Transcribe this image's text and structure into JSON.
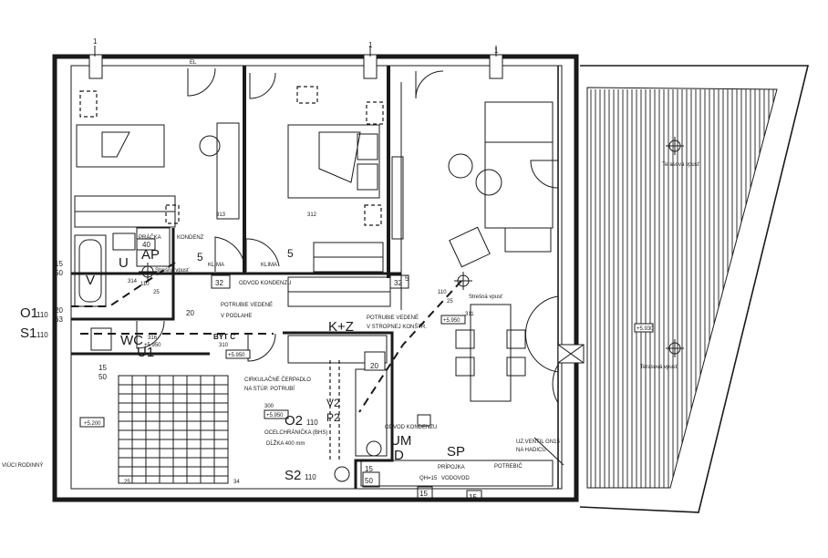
{
  "labels": {
    "ap": "AP",
    "u": "U",
    "v": "V",
    "wc": "WC",
    "u1": "U1",
    "o1": "O1",
    "o1_sub": "110",
    "s1": "S1",
    "s1_sub": "110",
    "kz": "K+Z",
    "v2": "V2",
    "p2": "P2",
    "um": "UM",
    "d": "D",
    "sp": "SP",
    "o2": "O2",
    "o2_sub": "110",
    "s2": "S2",
    "s2_sub": "110",
    "byt": "BYT C"
  },
  "rooms": {
    "r313": "313",
    "r312": "312",
    "r314": "314",
    "r310": "310",
    "r310_level": "+5.950",
    "r311": "311",
    "r311_level": "+5.950",
    "r316": "316",
    "r316_level": "+5.950",
    "r300": "300",
    "r300_level": "+5.950",
    "terrace_level": "+5.930",
    "stair_level": "+5.200"
  },
  "notes": {
    "pracka": "PRÁČKA",
    "strecha_vpust1": "Strešná vpusť",
    "klima1": "KLIMA",
    "klima2": "KLIMA",
    "kondenz": "KONDENZ",
    "odvod_kondenzu": "ODVOD KONDENZU",
    "potrubie_podlahe_1": "POTRUBIE VEDENÉ",
    "potrubie_podlahe_2": "V PODLAHE",
    "potrubie_stropu_1": "POTRUBIE VEDENÉ",
    "potrubie_stropu_2": "V STROPNEJ KONŠTR.",
    "strecha_vpust2": "Strešná vpusť",
    "terasova_vpust1": "Terasová vpusť",
    "terasova_vpust2": "Terasová vpusť",
    "cirkulacne1": "CIRKULAČNÉ ČERPADLO",
    "cirkulacne2": "NA STÚP. POTRUBÍ",
    "ocelchranicka": "OCELCHRÁNIČKA (BHS)",
    "dlzka": "DĹŽKA 400 mm",
    "odvod_kondenzu2": "ODVOD KONDENZU",
    "uzaver1": "UZ.VENTIL GN15",
    "uzaver2": "NA HADICU",
    "potrebic": "POTREBIČ",
    "pripojka": "PRÍPOJKA",
    "vodovod": "VODOVOD",
    "qh": "QH=15",
    "left_edge": "VIÚCI RODINNÝ",
    "el": "EL"
  },
  "dims": {
    "d1a": "1",
    "d1b": "1",
    "d1c": "1",
    "d40": "40",
    "d5a": "5",
    "d5b": "5",
    "d5c": "5",
    "d15a": "15",
    "d50a": "50",
    "d20a": "20",
    "d63": "63",
    "d20b": "20",
    "d32a": "32",
    "d32b": "32",
    "d110a": "110",
    "d25a": "25",
    "d110b": "110",
    "d25b": "25",
    "d15b": "15",
    "d50b": "50",
    "d20c": "20",
    "d15c": "15",
    "d50c": "50",
    "d15d": "15",
    "d15e": "15",
    "d25c": "25",
    "d34": "34"
  }
}
